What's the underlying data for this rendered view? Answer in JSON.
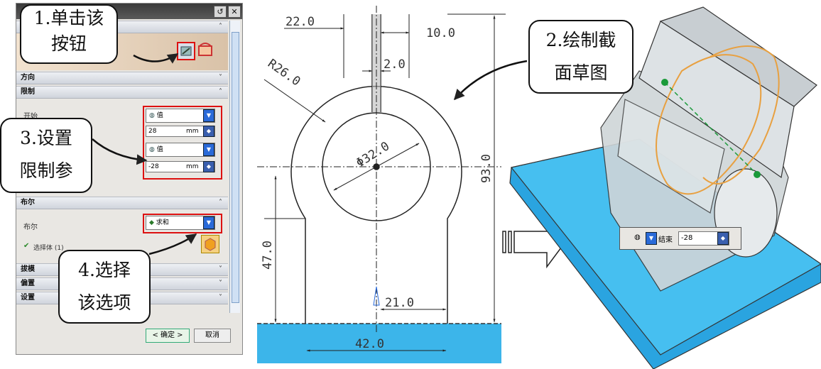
{
  "dialog": {
    "sections": [
      {
        "label": "方向",
        "state": "collapsed"
      },
      {
        "label": "限制",
        "state": "expanded"
      },
      {
        "label": "布尔",
        "state": "expanded"
      },
      {
        "label": "拔模",
        "state": "collapsed"
      },
      {
        "label": "偏置",
        "state": "collapsed"
      },
      {
        "label": "设置",
        "state": "collapsed"
      }
    ],
    "limits": {
      "start_label": "开始",
      "start_mode": "值",
      "start_value": "28",
      "start_unit": "mm",
      "end_mode": "值",
      "end_value": "-28",
      "end_unit": "mm"
    },
    "boolean": {
      "label": "布尔",
      "option": "求和",
      "select_body": "选择体 (1)"
    },
    "ok_label": "< 确定 >",
    "cancel_label": "取消"
  },
  "callouts": {
    "step1": [
      "1.单击该",
      "按钮"
    ],
    "step2": [
      "2.绘制截",
      "面草图"
    ],
    "step3": [
      "3.设置",
      "限制参"
    ],
    "step4": [
      "4.选择",
      "该选项"
    ]
  },
  "drawing": {
    "dims": {
      "top_width": "22.0",
      "slot_total": "10.0",
      "slot_width": "2.0",
      "radius": "R26.0",
      "diameter": "Φ32.0",
      "height": "93.0",
      "lower_height": "47.0",
      "half_base": "21.0",
      "base_width": "42.0"
    }
  },
  "model": {
    "end_label": "结束",
    "end_value": "-28"
  },
  "colors": {
    "accent_red": "#d11111",
    "base_blue": "#3ab4ea",
    "sketch_orange": "#e8a040"
  }
}
